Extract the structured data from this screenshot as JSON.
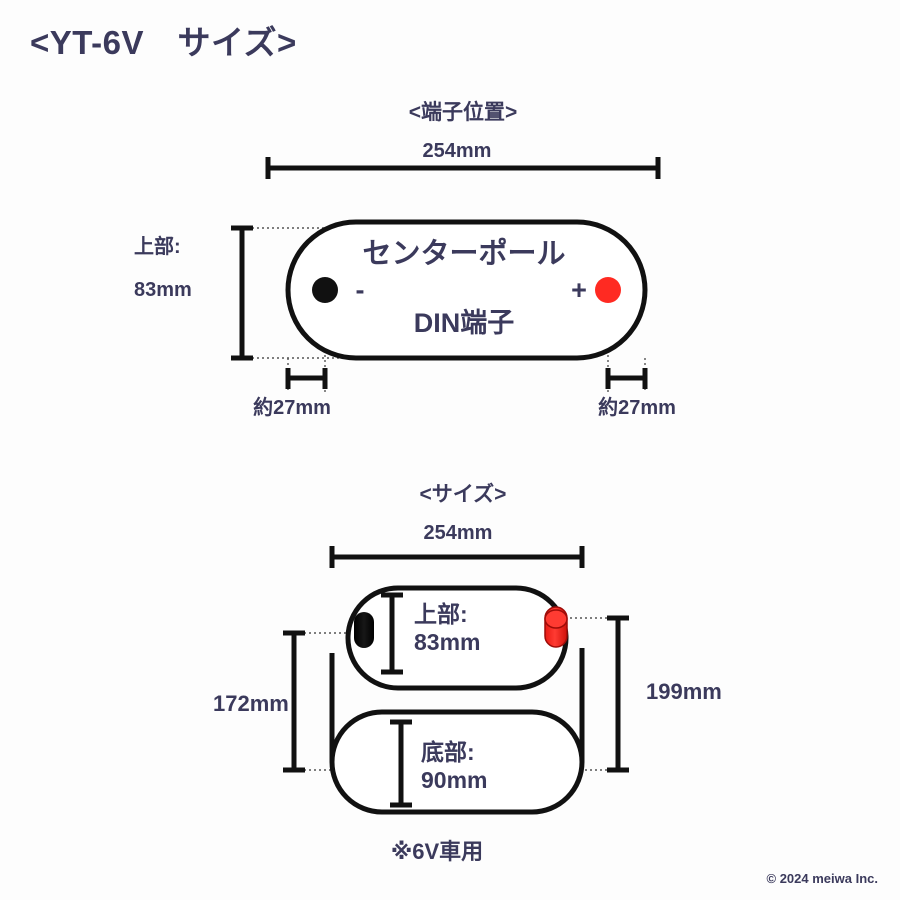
{
  "page": {
    "title": "<YT-6V　サイズ>",
    "footer": "© 2024 meiwa Inc.",
    "note": "※6V車用",
    "bg_color": "#fdfdfd",
    "text_color": "#3b3a5c",
    "line_color": "#111111",
    "positive_color": "#ff2a22",
    "negative_color": "#111111"
  },
  "terminal_view": {
    "heading": "<端子位置>",
    "width_label": "254mm",
    "height_label_line1": "上部:",
    "height_label_line2": "83mm",
    "center_pole_label": "センターポール",
    "din_label": "DIN端子",
    "negative_sign": "-",
    "positive_sign": "+",
    "left_offset_label": "約27mm",
    "right_offset_label": "約27mm"
  },
  "size_view": {
    "heading": "<サイズ>",
    "width_label": "254mm",
    "top_label_line1": "上部:",
    "top_label_line2": "83mm",
    "bottom_label_line1": "底部:",
    "bottom_label_line2": "90mm",
    "left_height_label": "172mm",
    "right_height_label": "199mm"
  },
  "chart_data": {
    "type": "table",
    "title": "<YT-6V　サイズ>",
    "views": [
      {
        "name": "端子位置 (terminal position, top view)",
        "measurements": [
          {
            "label": "254mm",
            "axis": "width",
            "value": 254,
            "unit": "mm"
          },
          {
            "label": "上部: 83mm",
            "axis": "depth",
            "value": 83,
            "unit": "mm"
          },
          {
            "label": "約27mm",
            "axis": "negative terminal inset",
            "value": 27,
            "unit": "mm"
          },
          {
            "label": "約27mm",
            "axis": "positive terminal inset",
            "value": 27,
            "unit": "mm"
          }
        ],
        "annotations": [
          "センターポール",
          "DIN端子",
          "-",
          "+"
        ]
      },
      {
        "name": "サイズ (size, side view)",
        "measurements": [
          {
            "label": "254mm",
            "axis": "width",
            "value": 254,
            "unit": "mm"
          },
          {
            "label": "上部: 83mm",
            "axis": "upper section height",
            "value": 83,
            "unit": "mm"
          },
          {
            "label": "底部: 90mm",
            "axis": "lower section height",
            "value": 90,
            "unit": "mm"
          },
          {
            "label": "172mm",
            "axis": "body height",
            "value": 172,
            "unit": "mm"
          },
          {
            "label": "199mm",
            "axis": "total height",
            "value": 199,
            "unit": "mm"
          }
        ],
        "annotations": [
          "※6V車用"
        ]
      }
    ]
  }
}
